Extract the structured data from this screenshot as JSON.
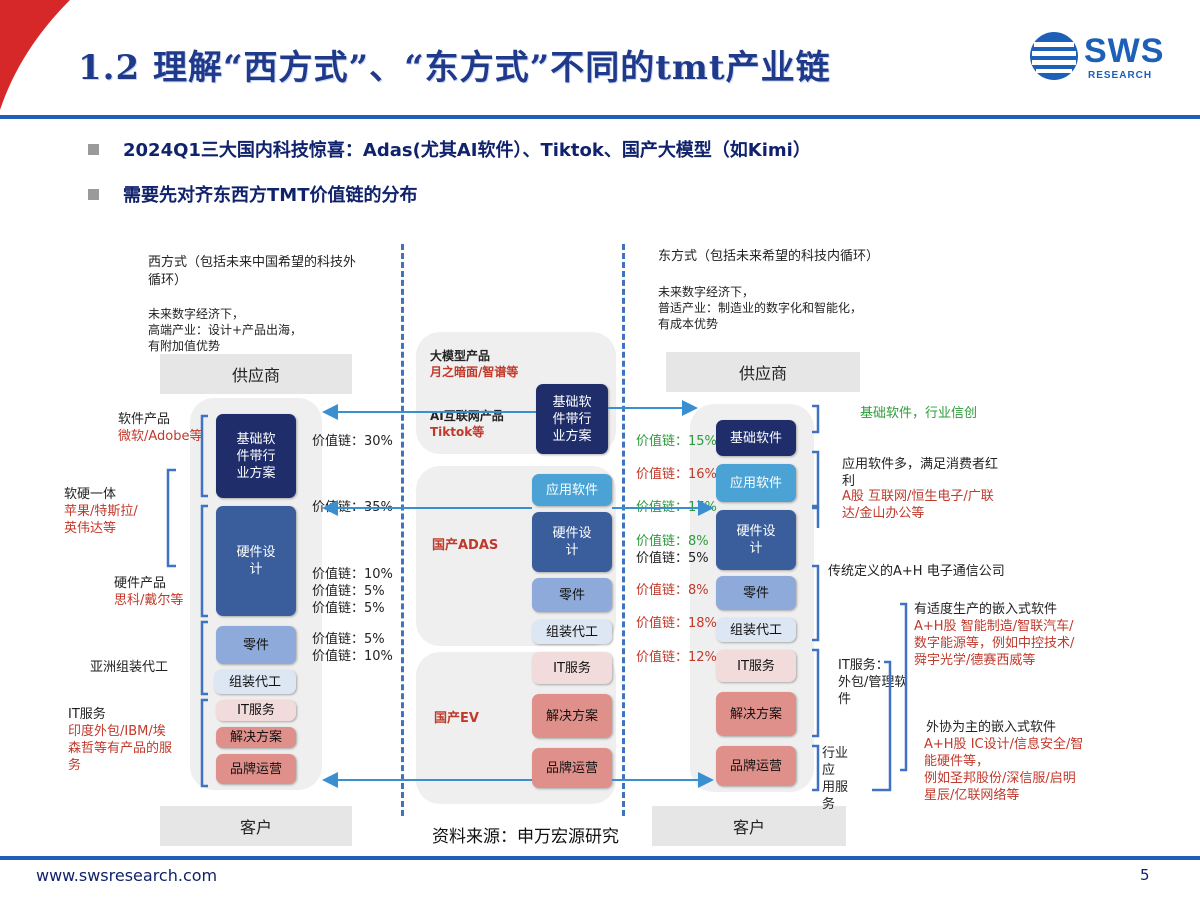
{
  "header": {
    "title": "1.2 理解“西方式”、“东方式”不同的tmt产业链",
    "logo_text": "SWS",
    "logo_sub": "RESEARCH"
  },
  "bullets": [
    "2024Q1三大国内科技惊喜：Adas(尤其AI软件）、Tiktok、国产大模型（如Kimi）",
    "需要先对齐东西方TMT价值链的分布"
  ],
  "west": {
    "heading": [
      "西方式（包括未来中国希望的科技外",
      "循环）"
    ],
    "desc": [
      "未来数字经济下，",
      "高端产业：设计+产品出海，",
      "有附加值优势"
    ],
    "supplier": "供应商",
    "customer": "客户",
    "blocks": {
      "software": [
        "基础软",
        "件带行",
        "业方案"
      ],
      "hardware": [
        "硬件设",
        "计"
      ],
      "parts": "零件",
      "assembly": "组装代工",
      "it": "IT服务",
      "solution": "解决方案",
      "brand": "品牌运营"
    },
    "labels": {
      "soft_title": "软件产品",
      "soft_red": "微软/Adobe等",
      "sh_title": "软硬一体",
      "sh_red": [
        "苹果/特斯拉/",
        "英伟达等"
      ],
      "hw_title": "硬件产品",
      "hw_red": "思科/戴尔等",
      "asia": "亚洲组装代工",
      "it_title": "IT服务",
      "it_red": [
        "印度外包/IBM/埃",
        "森哲等有产品的服",
        "务"
      ]
    },
    "value_chain": {
      "v1": "价值链：30%",
      "v2": "价值链：35%",
      "v3": [
        "价值链：10%",
        "价值链：5%",
        "价值链：5%"
      ],
      "v4": [
        "价值链：5%",
        "价值链：10%"
      ]
    }
  },
  "middle": {
    "llm_title": "大模型产品",
    "llm_red": "月之暗面/智谱等",
    "ai_title": "AI互联网产品",
    "ai_red": "Tiktok等",
    "ai_block": [
      "基础软",
      "件带行",
      "业方案"
    ],
    "adas_label": "国产ADAS",
    "ev_label": "国产EV",
    "blocks": {
      "app": "应用软件",
      "hardware": [
        "硬件设",
        "计"
      ],
      "parts": "零件",
      "assembly": "组装代工",
      "it": "IT服务",
      "solution": "解决方案",
      "brand": "品牌运营"
    }
  },
  "east": {
    "heading": "东方式（包括未来希望的科技内循环）",
    "desc": [
      "未来数字经济下，",
      "普适产业：制造业的数字化和智能化，",
      "有成本优势"
    ],
    "supplier": "供应商",
    "customer": "客户",
    "blocks": {
      "basic": "基础软件",
      "app": "应用软件",
      "hardware": [
        "硬件设",
        "计"
      ],
      "parts": "零件",
      "assembly": "组装代工",
      "it": "IT服务",
      "solution": "解决方案",
      "brand": "品牌运营"
    },
    "value_chain": {
      "v_basic": "价值链：15%",
      "v_app": "价值链：16%",
      "v_app2": "价值链：17%",
      "v_hw": [
        "价值链：8%",
        "价值链：5%"
      ],
      "v_parts": "价值链：8%",
      "v_assembly": "价值链：18%",
      "v_it": "价值链：12%"
    },
    "labels": {
      "basic_green": "基础软件，行业信创",
      "app_title": [
        "应用软件多，满足消费者红",
        "利"
      ],
      "app_red": [
        "A股 互联网/恒生电子/广联",
        "达/金山办公等"
      ],
      "trad": "传统定义的A+H 电子通信公司",
      "embed_title": "有适度生产的嵌入式软件",
      "embed_red": [
        "A+H股 智能制造/智联汽车/",
        "数字能源等，例如中控技术/",
        "舜宇光学/德赛西威等"
      ],
      "it_title": [
        "IT服务：",
        "外包/管理软",
        "件"
      ],
      "outsource_title": "外协为主的嵌入式软件",
      "outsource_red": [
        "A+H股  IC设计/信息安全/智",
        "能硬件等，",
        "例如圣邦股份/深信服/启明",
        "星辰/亿联网络等"
      ],
      "industry": [
        "行业",
        "应",
        "用服",
        "务"
      ]
    }
  },
  "source": "资料来源：申万宏源研究",
  "footer": {
    "url": "www.swsresearch.com",
    "page": "5"
  }
}
